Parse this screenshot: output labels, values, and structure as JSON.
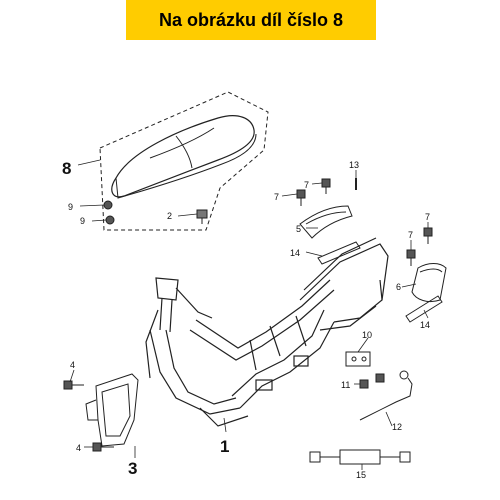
{
  "banner": {
    "title": "Na obrázku díl číslo 8",
    "bg_color": "#ffcc00"
  },
  "callouts": {
    "n1": "1",
    "n2": "2",
    "n3": "3",
    "n4a": "4",
    "n4b": "4",
    "n5": "5",
    "n6": "6",
    "n7a": "7",
    "n7b": "7",
    "n7c": "7",
    "n7d": "7",
    "n8": "8",
    "n9a": "9",
    "n9b": "9",
    "n10": "10",
    "n11": "11",
    "n12": "12",
    "n13": "13",
    "n14a": "14",
    "n14b": "14",
    "n15": "15"
  }
}
